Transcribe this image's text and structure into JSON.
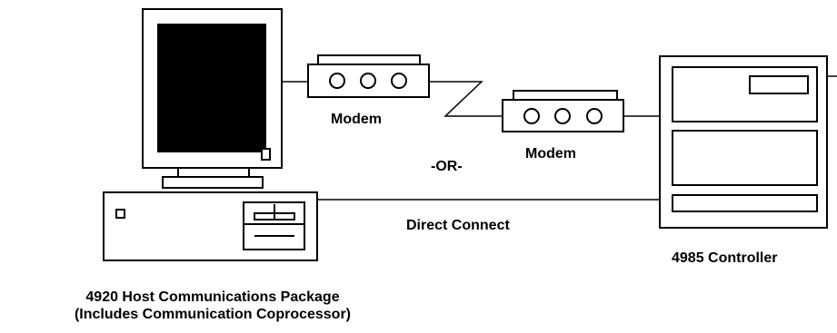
{
  "labels": {
    "modem_top": "Modem",
    "modem_bottom": "Modem",
    "or": "-OR-",
    "direct_connect": "Direct Connect",
    "controller": "4985 Controller",
    "host_line1": "4920 Host Communications Package",
    "host_line2": "(Includes Communication Coprocessor)"
  },
  "colors": {
    "stroke": "#000000",
    "screen": "#000000",
    "background": "#ffffff"
  }
}
